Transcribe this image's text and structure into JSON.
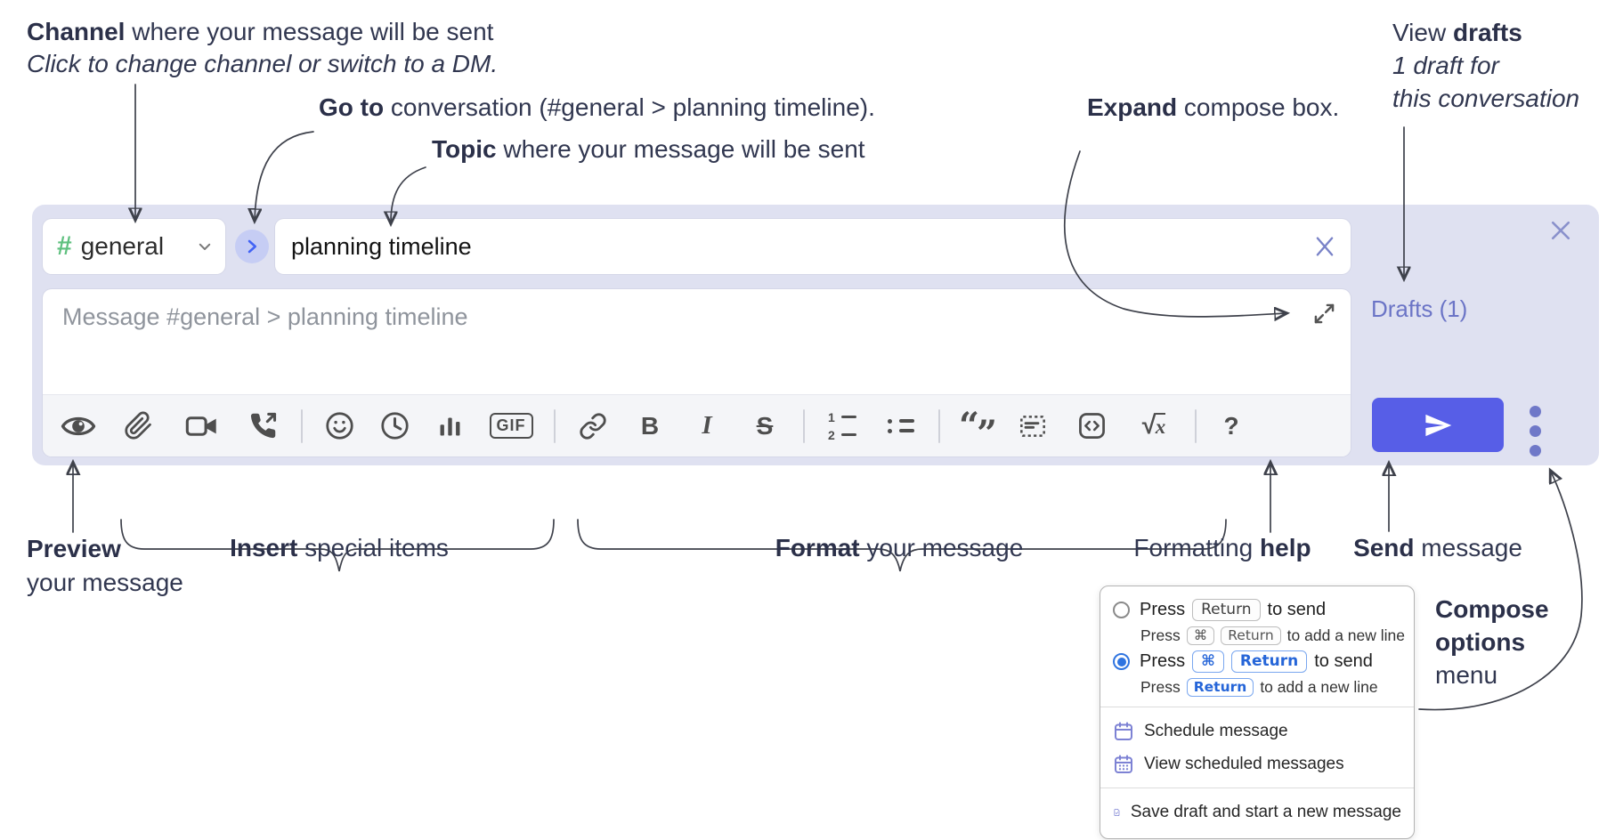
{
  "colors": {
    "compose_background": "#dfe1f1",
    "send_button": "#575ee7",
    "drafts_link": "#6b74c6",
    "channel_hash_green": "#5fc07f",
    "goto_chevron_blue": "#4263f5",
    "selected_radio_blue": "#2f74e0",
    "menu_icon_purple": "#7d82d4",
    "toolbar_icon_gray": "#4e4e4e"
  },
  "annotations": {
    "channel": {
      "bold": "Channel",
      "rest": " where your message will be sent",
      "italic": "Click to change channel or switch to a DM."
    },
    "goto": {
      "bold": "Go to",
      "rest": " conversation (#general > planning timeline)."
    },
    "topic": {
      "bold": "Topic",
      "rest": " where your message will be sent"
    },
    "expand": {
      "bold": "Expand",
      "rest": " compose box."
    },
    "drafts": {
      "line1_pre": "View ",
      "line1_bold": "drafts",
      "line2": "1 draft for",
      "line3": "this conversation"
    },
    "preview": {
      "bold": "Preview",
      "line2": "your message"
    },
    "insert": {
      "bold": "Insert",
      "rest": " special items"
    },
    "format": {
      "bold": "Format",
      "rest": " your message"
    },
    "help": {
      "pre": "Formatting ",
      "bold": "help"
    },
    "send": {
      "bold": "Send",
      "rest": " message"
    },
    "compose_options": {
      "bold1": "Compose",
      "bold2": "options",
      "line3": "menu"
    }
  },
  "compose": {
    "channel_selector": {
      "hash": "#",
      "name": "general"
    },
    "topic": {
      "value": "planning timeline"
    },
    "message": {
      "placeholder": "Message #general > planning timeline"
    },
    "drafts_link": "Drafts (1)",
    "toolbar": {
      "icons": [
        "preview-eye",
        "attach-paperclip",
        "video-call",
        "audio-call",
        "emoji",
        "global-time",
        "poll",
        "gif",
        "link",
        "bold",
        "italic",
        "strikethrough",
        "numbered-list",
        "bulleted-list",
        "quote",
        "spoiler",
        "code",
        "math",
        "help"
      ],
      "gif_label": "GIF",
      "bold_glyph": "B",
      "italic_glyph": "I",
      "strike_glyph": "S",
      "ol_num1": "1",
      "ol_num2": "2",
      "quote_open": "“",
      "quote_close": "”",
      "math_radical": "√",
      "math_x": "x",
      "help_glyph": "?"
    }
  },
  "popup": {
    "option1": {
      "selected": false,
      "press": "Press",
      "key": "Return",
      "suffix": "to send",
      "sub_press": "Press",
      "sub_key1": "⌘",
      "sub_key2": "Return",
      "sub_suffix": "to add a new line"
    },
    "option2": {
      "selected": true,
      "press": "Press",
      "key1": "⌘",
      "key2": "Return",
      "suffix": "to send",
      "sub_press": "Press",
      "sub_key": "Return",
      "sub_suffix": "to add a new line"
    },
    "items": [
      {
        "icon": "calendar-icon",
        "label": "Schedule message"
      },
      {
        "icon": "calendar-grid-icon",
        "label": "View scheduled messages"
      },
      {
        "icon": "draft-save-icon",
        "label": "Save draft and start a new message"
      }
    ]
  }
}
